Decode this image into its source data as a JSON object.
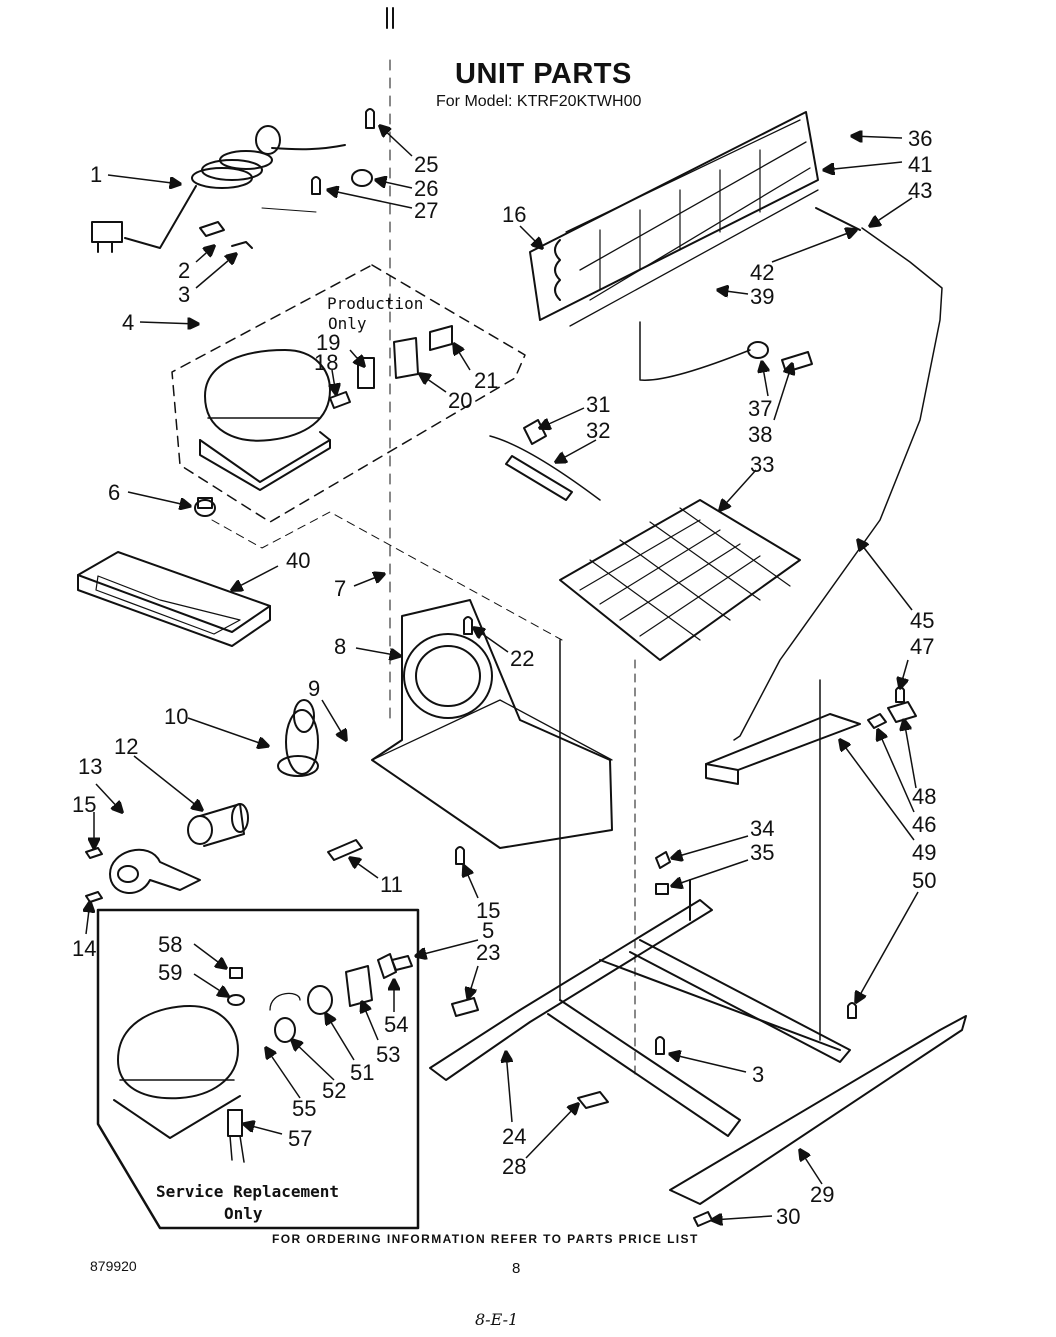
{
  "header": {
    "title": "UNIT PARTS",
    "subtitle": "For Model: KTRF20KTWH00"
  },
  "notes": {
    "production_only": [
      "Production",
      "Only"
    ],
    "service_replacement": [
      "Service Replacement",
      "Only"
    ]
  },
  "callouts": [
    "1",
    "2",
    "3",
    "4",
    "6",
    "40",
    "7",
    "8",
    "9",
    "10",
    "12",
    "13",
    "15",
    "14",
    "25",
    "26",
    "27",
    "19",
    "18",
    "20",
    "21",
    "16",
    "36",
    "41",
    "43",
    "42",
    "39",
    "37",
    "38",
    "31",
    "32",
    "33",
    "22",
    "45",
    "47",
    "48",
    "46",
    "49",
    "50",
    "34",
    "35",
    "11",
    "15",
    "5",
    "23",
    "54",
    "53",
    "51",
    "52",
    "55",
    "57",
    "58",
    "59",
    "3",
    "24",
    "28",
    "29",
    "30"
  ],
  "footer": {
    "ordering_info": "FOR ORDERING INFORMATION REFER TO PARTS PRICE LIST",
    "doc_number": "879920",
    "page_number": "8",
    "handwritten": "8-E-1"
  }
}
